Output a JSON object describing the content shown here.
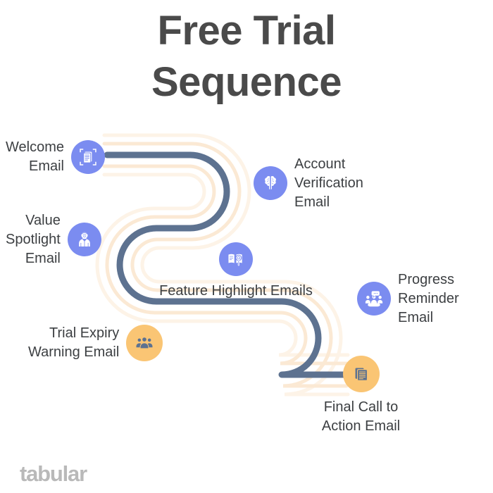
{
  "title": {
    "line1": "Free Trial",
    "line2": "Sequence",
    "color": "#4a4a4a"
  },
  "logo": {
    "text": "tabular",
    "color": "#b9b9b9"
  },
  "palette": {
    "path_main": "#5d7290",
    "path_outline": "#fdefdd",
    "node_blue": "#7b8cf0",
    "node_orange": "#fac574",
    "icon_on_blue": "#ffffff",
    "icon_on_orange": "#5d7290",
    "background": "#ffffff",
    "label_text": "#3c3f42"
  },
  "flow": {
    "type": "serpentine-journey-path",
    "direction": "left-to-right, top-to-bottom",
    "step_count": 7
  },
  "steps": [
    {
      "index": 1,
      "label": "Welcome\nEmail",
      "icon": "document-scan-icon",
      "circle_color": "#7b8cf0",
      "icon_color": "#ffffff",
      "label_side": "left"
    },
    {
      "index": 2,
      "label": "Account\nVerification\nEmail",
      "icon": "brain-icon",
      "circle_color": "#7b8cf0",
      "icon_color": "#ffffff",
      "label_side": "right"
    },
    {
      "index": 3,
      "label": "Value\nSpotlight\nEmail",
      "icon": "person-presenter-icon",
      "circle_color": "#7b8cf0",
      "icon_color": "#ffffff",
      "label_side": "left"
    },
    {
      "index": 4,
      "label": "Feature Highlight Emails",
      "icon": "book-magnifier-icon",
      "circle_color": "#7b8cf0",
      "icon_color": "#ffffff",
      "label_side": "below"
    },
    {
      "index": 5,
      "label": "Progress\nReminder\nEmail",
      "icon": "group-discussion-icon",
      "circle_color": "#7b8cf0",
      "icon_color": "#ffffff",
      "label_side": "right"
    },
    {
      "index": 6,
      "label": "Trial Expiry\nWarning Email",
      "icon": "people-group-icon",
      "circle_color": "#fac574",
      "icon_color": "#5d7290",
      "label_side": "left"
    },
    {
      "index": 7,
      "label": "Final Call to\nAction Email",
      "icon": "documents-stack-icon",
      "circle_color": "#fac574",
      "icon_color": "#5d7290",
      "label_side": "below"
    }
  ]
}
